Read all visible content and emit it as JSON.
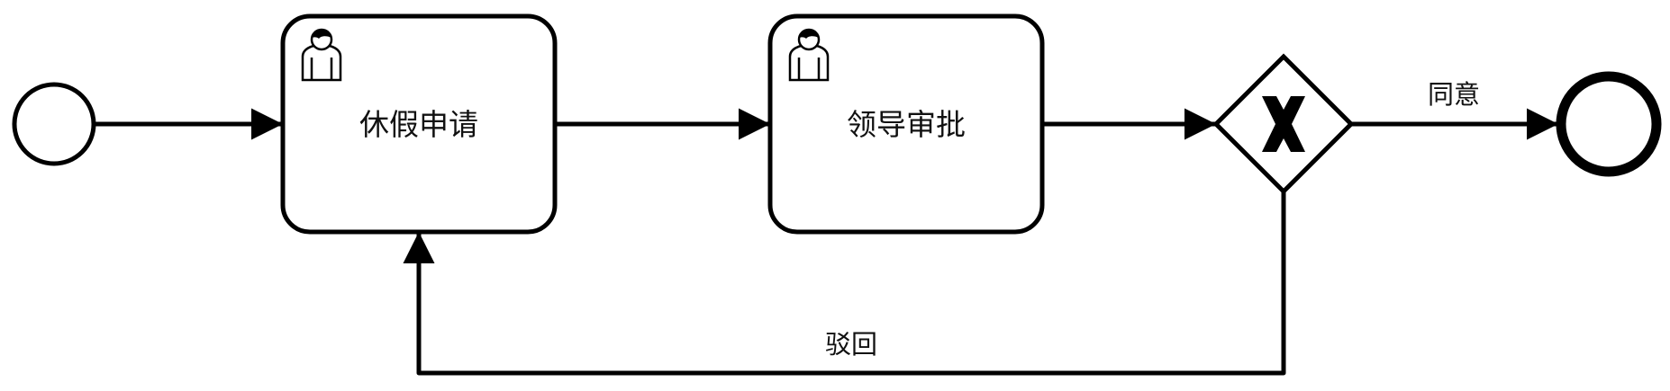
{
  "diagram": {
    "tasks": {
      "leave_request": {
        "label": "休假申请",
        "icon": "user-icon"
      },
      "leader_approval": {
        "label": "领导审批",
        "icon": "user-icon"
      }
    },
    "events": {
      "start": {
        "icon": "start-event-circle"
      },
      "end": {
        "icon": "end-event-circle"
      }
    },
    "gateway": {
      "icon": "exclusive-gateway-x"
    },
    "flows": {
      "approve": {
        "label": "同意"
      },
      "reject": {
        "label": "驳回"
      }
    }
  }
}
